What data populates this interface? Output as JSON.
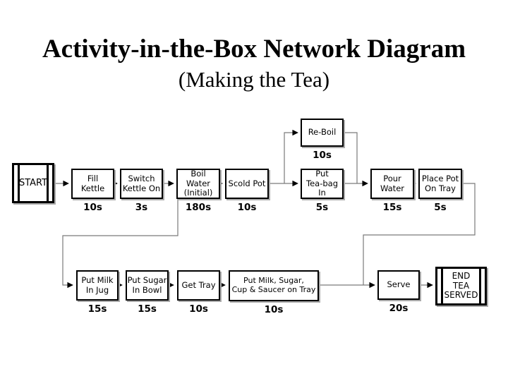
{
  "title": "Activity-in-the-Box Network Diagram",
  "subtitle": "(Making the Tea)",
  "colors": {
    "background": "#ffffff",
    "box_border": "#000000",
    "box_shadow": "#ababab",
    "connector_line": "#7a7a7a",
    "arrowhead": "#000000",
    "text": "#000000"
  },
  "nodes": {
    "start": {
      "label": "START"
    },
    "fill": {
      "label": "Fill\nKettle",
      "duration": "10s"
    },
    "switch": {
      "label": "Switch\nKettle On",
      "duration": "3s"
    },
    "boil": {
      "label": "Boil Water\n(Initial)",
      "duration": "180s"
    },
    "scold": {
      "label": "Scold Pot",
      "duration": "10s"
    },
    "reboil": {
      "label": "Re-Boil",
      "duration": "10s"
    },
    "teabag": {
      "label": "Put\nTea-bag In",
      "duration": "5s"
    },
    "pour": {
      "label": "Pour\nWater",
      "duration": "15s"
    },
    "place": {
      "label": "Place Pot\nOn Tray",
      "duration": "5s"
    },
    "milk": {
      "label": "Put Milk\nIn Jug",
      "duration": "15s"
    },
    "sugar": {
      "label": "Put Sugar\nIn Bowl",
      "duration": "15s"
    },
    "tray": {
      "label": "Get Tray",
      "duration": "10s"
    },
    "assemble": {
      "label": "Put Milk, Sugar,\nCup & Saucer on Tray",
      "duration": "10s"
    },
    "serve": {
      "label": "Serve",
      "duration": "20s"
    },
    "end": {
      "label": "END\nTEA\nSERVED"
    }
  },
  "edges": [
    "start->fill",
    "fill->switch",
    "switch->boil",
    "boil->scold",
    "scold->teabag",
    "scold->reboil",
    "reboil->pour",
    "teabag->pour",
    "pour->place",
    "place->serve",
    "boil->milk",
    "milk->sugar",
    "sugar->tray",
    "tray->assemble",
    "assemble->serve",
    "serve->end"
  ]
}
